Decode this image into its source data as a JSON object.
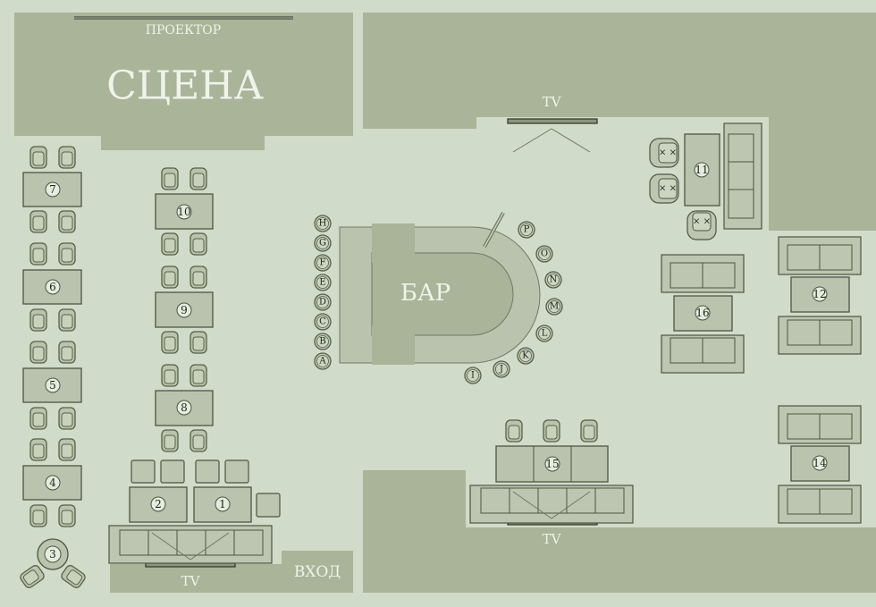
{
  "labels": {
    "projector": "ПРОЕКТОР",
    "stage": "СЦЕНА",
    "bar": "БАР",
    "tv_top": "TV",
    "tv_bottom_mid": "TV",
    "tv_bottom_left": "TV",
    "entrance": "ВХОД"
  },
  "tables": {
    "t1": "1",
    "t2": "2",
    "t3": "3",
    "t4": "4",
    "t5": "5",
    "t6": "6",
    "t7": "7",
    "t8": "8",
    "t9": "9",
    "t10": "10",
    "t11": "11",
    "t12": "12",
    "t14": "14",
    "t15": "15",
    "t16": "16"
  },
  "bar_seats_left": [
    "H",
    "G",
    "F",
    "E",
    "D",
    "C",
    "B",
    "A"
  ],
  "bar_seats_arc": [
    "P",
    "O",
    "N",
    "M",
    "L",
    "K",
    "J",
    "I"
  ],
  "colors": {
    "background": "#d1dbc9",
    "block": "#a9b498",
    "furniture": "#bcc6b0",
    "stroke": "#5f6b52",
    "label": "#f0f3ea"
  }
}
